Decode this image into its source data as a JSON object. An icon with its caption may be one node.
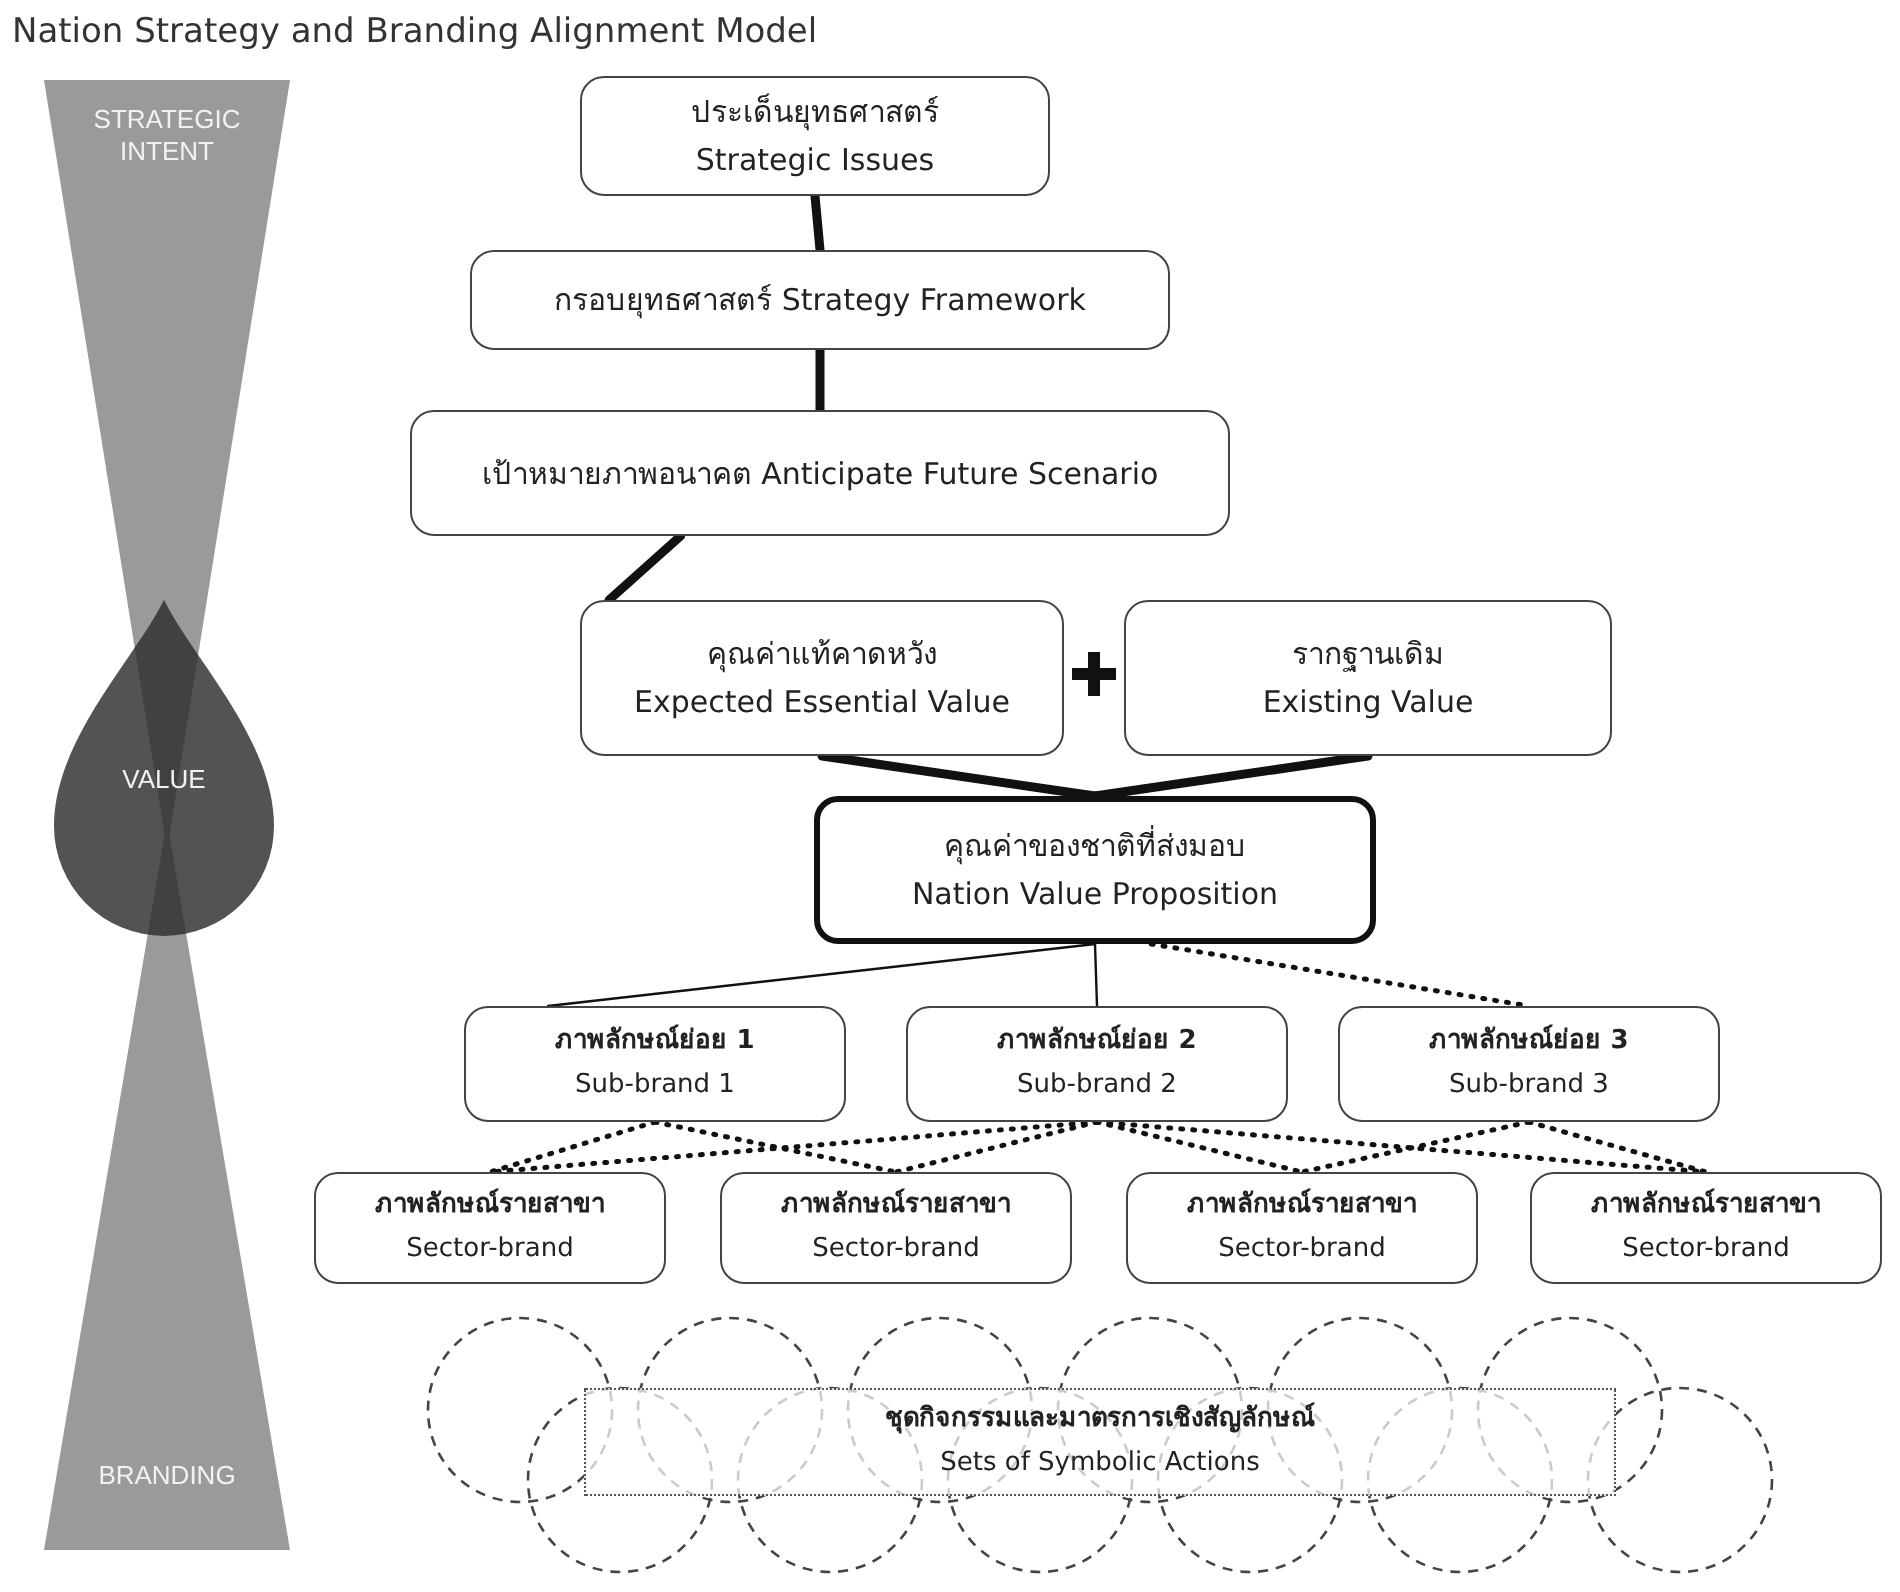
{
  "diagram": {
    "title": "Nation Strategy and Branding Alignment Model",
    "nodes": [
      {
        "text": [
          "STRATEGIC INTENT"
        ]
      },
      {
        "text": [
          "VALUE"
        ]
      },
      {
        "text": [
          "BRANDING"
        ]
      },
      {
        "text": [
          "ประเด็นยุทธศาสตร์",
          "Strategic Issues"
        ]
      },
      {
        "text": [
          "กรอบยุทธศาสตร์ Strategy Framework"
        ]
      },
      {
        "text": [
          "เป้าหมายภาพอนาคต Anticipate Future Scenario"
        ]
      },
      {
        "text": [
          "คุณค่าแท้คาดหวัง",
          "Expected Essential Value"
        ]
      },
      {
        "text": [
          "รากฐานเดิม",
          "Existing Value"
        ]
      },
      {
        "text": [
          "คุณค่าของชาติที่ส่งมอบ",
          "Nation Value Proposition"
        ]
      },
      {
        "text": [
          "ภาพลักษณ์ย่อย 1",
          "Sub-brand 1"
        ]
      },
      {
        "text": [
          "ภาพลักษณ์ย่อย 2",
          "Sub-brand 2"
        ]
      },
      {
        "text": [
          "ภาพลักษณ์ย่อย 3",
          "Sub-brand 3"
        ]
      },
      {
        "text": [
          "ภาพลักษณ์รายสาขา",
          "Sector-brand"
        ]
      },
      {
        "text": [
          "ภาพลักษณ์รายสาขา",
          "Sector-brand"
        ]
      },
      {
        "text": [
          "ภาพลักษณ์รายสาขา",
          "Sector-brand"
        ]
      },
      {
        "text": [
          "ภาพลักษณ์รายสาขา",
          "Sector-brand"
        ]
      },
      {
        "text": [
          "ชุดกิจกรรมและมาตรการเชิงสัญลักษณ์",
          "Sets of Symbolic Actions"
        ]
      }
    ],
    "edges": [
      {
        "from": 3,
        "to": 4,
        "arrow": "none",
        "style": "thick"
      },
      {
        "from": 4,
        "to": 5,
        "arrow": "none",
        "style": "thick"
      },
      {
        "from": 5,
        "to": 6,
        "arrow": "none",
        "style": "thick"
      },
      {
        "from": 6,
        "to": 8,
        "arrow": "none",
        "style": "thick"
      },
      {
        "from": 7,
        "to": 8,
        "arrow": "none",
        "style": "thick"
      },
      {
        "from": 8,
        "to": 9,
        "arrow": "none"
      },
      {
        "from": 8,
        "to": 10,
        "arrow": "none"
      },
      {
        "from": 8,
        "to": 11,
        "arrow": "none",
        "style": "dashed"
      },
      {
        "from": 9,
        "to": 12,
        "arrow": "none",
        "style": "dashed"
      },
      {
        "from": 9,
        "to": 13,
        "arrow": "none",
        "style": "dashed"
      },
      {
        "from": 10,
        "to": 12,
        "arrow": "none",
        "style": "dashed"
      },
      {
        "from": 10,
        "to": 13,
        "arrow": "none",
        "style": "dashed"
      },
      {
        "from": 10,
        "to": 14,
        "arrow": "none",
        "style": "dashed"
      },
      {
        "from": 10,
        "to": 15,
        "arrow": "none",
        "style": "dashed"
      },
      {
        "from": 11,
        "to": 14,
        "arrow": "none",
        "style": "dashed"
      },
      {
        "from": 11,
        "to": 15,
        "arrow": "none",
        "style": "dashed"
      }
    ]
  }
}
